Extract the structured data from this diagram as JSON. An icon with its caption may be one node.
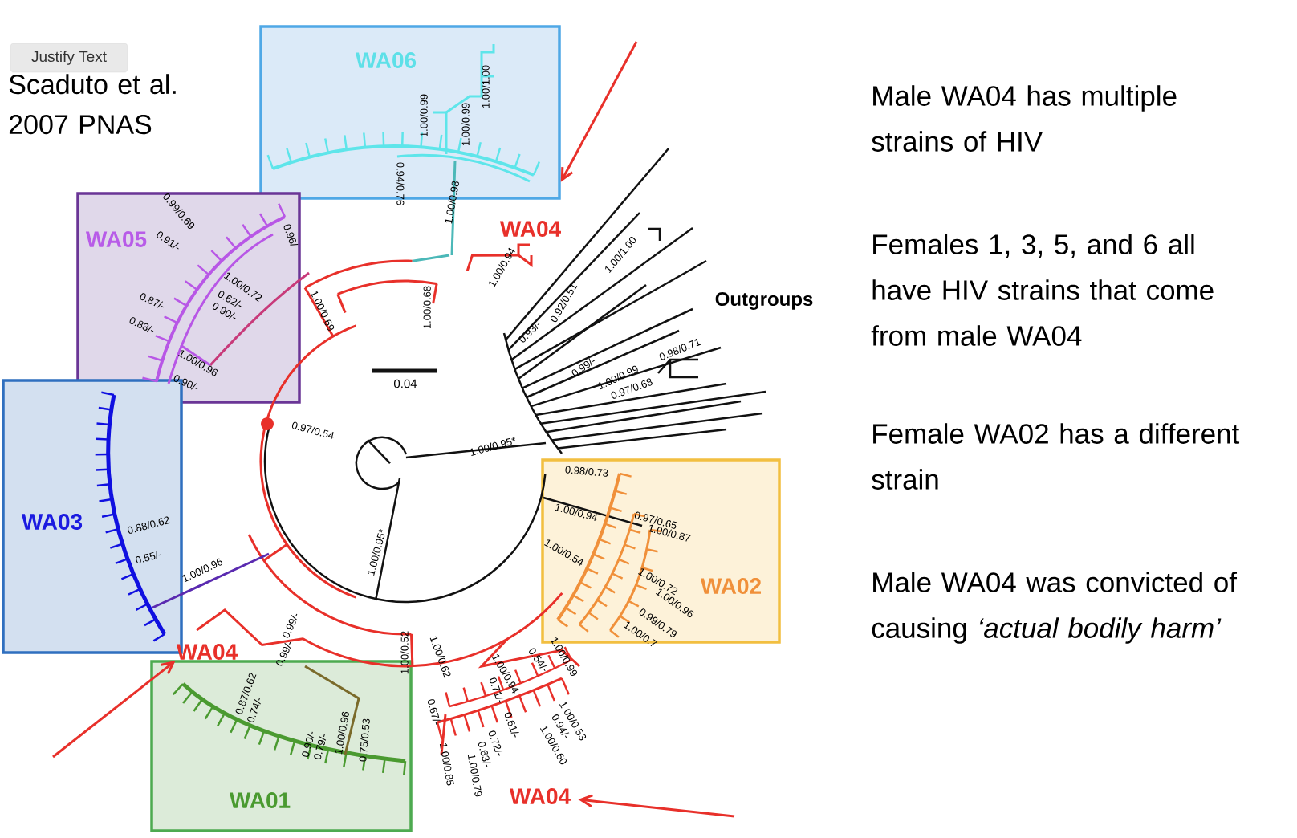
{
  "diagram": {
    "nodes": [
      {
        "text": [
          "WA06"
        ]
      },
      {
        "text": [
          "WA04"
        ]
      },
      {
        "text": [
          "WA05"
        ]
      },
      {
        "text": [
          "WA03"
        ]
      },
      {
        "text": [
          "WA02"
        ]
      },
      {
        "text": [
          "WA04"
        ]
      },
      {
        "text": [
          "WA01"
        ]
      },
      {
        "text": [
          "WA04"
        ]
      }
    ],
    "edges": [
      {
        "from": null,
        "to": 0,
        "arrow": "to"
      },
      {
        "from": null,
        "to": 5,
        "arrow": "to"
      },
      {
        "from": null,
        "to": 7,
        "arrow": "to"
      }
    ],
    "labels": [
      "Justify Text",
      "Scaduto et al. 2007 PNAS",
      "1.00/1.00",
      "1.00/0.99",
      "1.00/0.99",
      "0.94/0.76",
      "1.00/0.98",
      "0.99/0.69",
      "0.96/",
      "0.91/-",
      "1.00/1.00",
      "1.00/0.94",
      "1.00/0.72",
      "0.62/-",
      "0.87/-",
      "Outgroups",
      "0.92/0.51",
      "1.00/0.68",
      "1.00/0.69",
      "0.90/-",
      "0.83/-",
      "0.93/-",
      "0.98/0.71",
      "1.00/0.96",
      "0.99/-",
      "1.00/0.99",
      "0.90/-",
      "0.04",
      "0.97/0.68",
      "0.97/0.54",
      "1.00/0.95*",
      "0.98/0.73",
      "1.00/0.94",
      "0.97/0.65",
      "0.88/0.62",
      "1.00/0.87",
      "1.00/0.95*",
      "1.00/0.54",
      "0.55/-",
      "1.00/0.96",
      "1.00/0.72",
      "1.00/0.96",
      "0.99/0.79",
      "0.99/-",
      "1.00/0.7",
      "0.99/-",
      "1.00/0.52",
      "1.00/0.99",
      "1.00/0.62",
      "0.54/-",
      "1.00/0.94",
      "0.71/-",
      "0.87/0.62",
      "0.74/-",
      "0.67/-",
      "1.00/0.53",
      "0.61/-",
      "0.94/-",
      "1.00/0.96",
      "0.75/0.53",
      "0.72/-",
      "0.90/-",
      "1.00/0.60",
      "0.79/-",
      "0.63/-",
      "1.00/0.85",
      "1.00/0.79",
      "Male WA04 has multiple strains of HIV",
      "Females 1, 3, 5, and 6 all have HIV strains that come from male WA04",
      "Female WA02 has a different strain",
      "Male WA04 was convicted of causing *‘actual bodily harm’*"
    ]
  }
}
